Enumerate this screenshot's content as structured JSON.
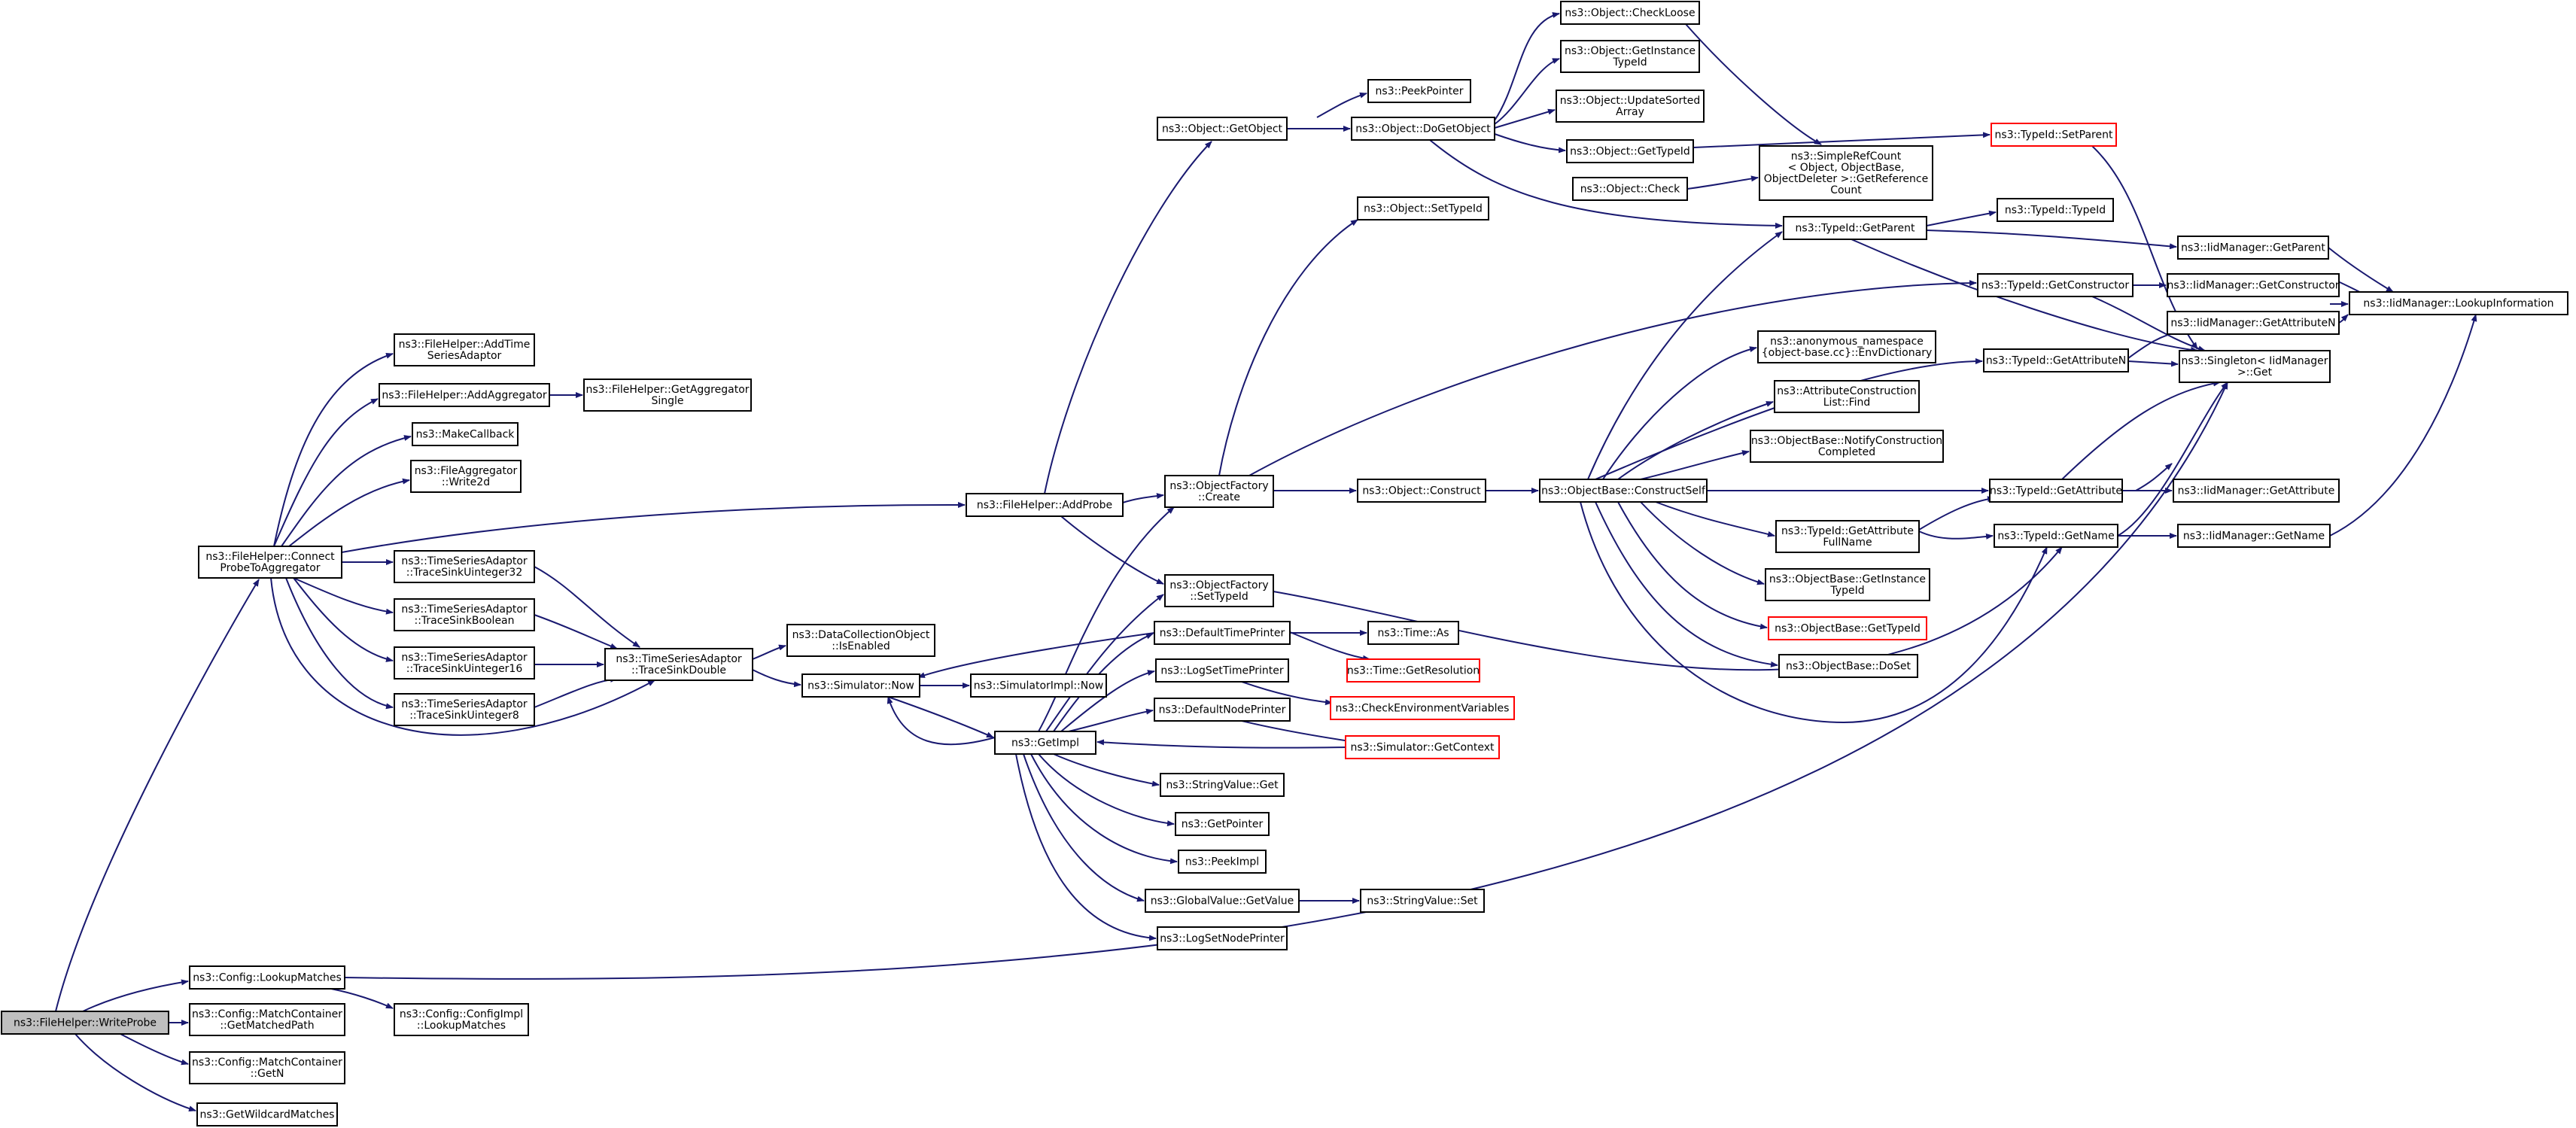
{
  "colors": {
    "edge": "#191970",
    "root_fill": "#bfbfbf",
    "truncated_border": "#ff0000",
    "node_border": "#000000"
  },
  "nodes": [
    {
      "id": "n0",
      "lines": [
        "ns3::FileHelper::WriteProbe"
      ],
      "root": true
    },
    {
      "id": "n1",
      "lines": [
        "ns3::FileHelper::Connect",
        "ProbeToAggregator"
      ]
    },
    {
      "id": "n2",
      "lines": [
        "ns3::FileHelper::AddTime",
        "SeriesAdaptor"
      ]
    },
    {
      "id": "n3",
      "lines": [
        "ns3::FileHelper::AddAggregator"
      ]
    },
    {
      "id": "n4",
      "lines": [
        "ns3::FileHelper::GetAggregator",
        "Single"
      ]
    },
    {
      "id": "n5",
      "lines": [
        "ns3::MakeCallback"
      ]
    },
    {
      "id": "n6",
      "lines": [
        "ns3::FileAggregator",
        "::Write2d"
      ]
    },
    {
      "id": "n7",
      "lines": [
        "ns3::FileHelper::AddProbe"
      ]
    },
    {
      "id": "n8",
      "lines": [
        "ns3::Object::GetObject"
      ]
    },
    {
      "id": "n9",
      "lines": [
        "ns3::Object::DoGetObject"
      ]
    },
    {
      "id": "n10",
      "lines": [
        "ns3::PeekPointer"
      ]
    },
    {
      "id": "n11",
      "lines": [
        "ns3::Object::CheckLoose"
      ]
    },
    {
      "id": "n12",
      "lines": [
        "ns3::Object::GetInstance",
        "TypeId"
      ]
    },
    {
      "id": "n13",
      "lines": [
        "ns3::Object::UpdateSorted",
        "Array"
      ]
    },
    {
      "id": "n14",
      "lines": [
        "ns3::Object::GetTypeId"
      ]
    },
    {
      "id": "n15",
      "lines": [
        "ns3::TypeId::SetParent"
      ],
      "truncated": true
    },
    {
      "id": "n16",
      "lines": [
        "ns3::SimpleRefCount",
        "< Object, ObjectBase,",
        "ObjectDeleter >::GetReference",
        "Count"
      ]
    },
    {
      "id": "n17",
      "lines": [
        "ns3::Object::SetTypeId"
      ]
    },
    {
      "id": "n18",
      "lines": [
        "ns3::Object::Check"
      ]
    },
    {
      "id": "n19",
      "lines": [
        "ns3::TypeId::GetParent"
      ]
    },
    {
      "id": "n20",
      "lines": [
        "ns3::TypeId::TypeId"
      ]
    },
    {
      "id": "n21",
      "lines": [
        "ns3::IidManager::GetParent"
      ]
    },
    {
      "id": "n22",
      "lines": [
        "ns3::IidManager::LookupInformation"
      ]
    },
    {
      "id": "n23",
      "lines": [
        "ns3::TypeId::GetConstructor"
      ]
    },
    {
      "id": "n24",
      "lines": [
        "ns3::IidManager::GetConstructor"
      ]
    },
    {
      "id": "n25",
      "lines": [
        "ns3::IidManager::GetAttributeN"
      ]
    },
    {
      "id": "n26",
      "lines": [
        "ns3::TypeId::GetAttributeN"
      ]
    },
    {
      "id": "n27",
      "lines": [
        "ns3::Singleton< IidManager",
        ">::Get"
      ]
    },
    {
      "id": "n28",
      "lines": [
        "ns3::anonymous_namespace",
        "{object-base.cc}::EnvDictionary"
      ]
    },
    {
      "id": "n29",
      "lines": [
        "ns3::AttributeConstruction",
        "List::Find"
      ]
    },
    {
      "id": "n30",
      "lines": [
        "ns3::ObjectBase::NotifyConstruction",
        "Completed"
      ]
    },
    {
      "id": "n31",
      "lines": [
        "ns3::ObjectFactory",
        "::Create"
      ]
    },
    {
      "id": "n32",
      "lines": [
        "ns3::Object::Construct"
      ]
    },
    {
      "id": "n33",
      "lines": [
        "ns3::ObjectBase::ConstructSelf"
      ]
    },
    {
      "id": "n34",
      "lines": [
        "ns3::TypeId::GetAttribute"
      ]
    },
    {
      "id": "n35",
      "lines": [
        "ns3::IidManager::GetAttribute"
      ]
    },
    {
      "id": "n36",
      "lines": [
        "ns3::TypeId::GetAttribute",
        "FullName"
      ]
    },
    {
      "id": "n37",
      "lines": [
        "ns3::TypeId::GetName"
      ]
    },
    {
      "id": "n38",
      "lines": [
        "ns3::IidManager::GetName"
      ]
    },
    {
      "id": "n39",
      "lines": [
        "ns3::ObjectBase::GetInstance",
        "TypeId"
      ]
    },
    {
      "id": "n40",
      "lines": [
        "ns3::ObjectBase::GetTypeId"
      ],
      "truncated": true
    },
    {
      "id": "n41",
      "lines": [
        "ns3::ObjectBase::DoSet"
      ]
    },
    {
      "id": "n42",
      "lines": [
        "ns3::ObjectFactory",
        "::SetTypeId"
      ]
    },
    {
      "id": "n43",
      "lines": [
        "ns3::TimeSeriesAdaptor",
        "::TraceSinkUinteger32"
      ]
    },
    {
      "id": "n44",
      "lines": [
        "ns3::TimeSeriesAdaptor",
        "::TraceSinkBoolean"
      ]
    },
    {
      "id": "n45",
      "lines": [
        "ns3::TimeSeriesAdaptor",
        "::TraceSinkUinteger16"
      ]
    },
    {
      "id": "n46",
      "lines": [
        "ns3::TimeSeriesAdaptor",
        "::TraceSinkUinteger8"
      ]
    },
    {
      "id": "n47",
      "lines": [
        "ns3::TimeSeriesAdaptor",
        "::TraceSinkDouble"
      ]
    },
    {
      "id": "n48",
      "lines": [
        "ns3::DataCollectionObject",
        "::IsEnabled"
      ]
    },
    {
      "id": "n49",
      "lines": [
        "ns3::Simulator::Now"
      ]
    },
    {
      "id": "n50",
      "lines": [
        "ns3::SimulatorImpl::Now"
      ]
    },
    {
      "id": "n51",
      "lines": [
        "ns3::DefaultTimePrinter"
      ]
    },
    {
      "id": "n52",
      "lines": [
        "ns3::Time::As"
      ]
    },
    {
      "id": "n53",
      "lines": [
        "ns3::Time::GetResolution"
      ],
      "truncated": true
    },
    {
      "id": "n54",
      "lines": [
        "ns3::LogSetTimePrinter"
      ]
    },
    {
      "id": "n55",
      "lines": [
        "ns3::CheckEnvironmentVariables"
      ],
      "truncated": true
    },
    {
      "id": "n56",
      "lines": [
        "ns3::DefaultNodePrinter"
      ]
    },
    {
      "id": "n57",
      "lines": [
        "ns3::Simulator::GetContext"
      ],
      "truncated": true
    },
    {
      "id": "n58",
      "lines": [
        "ns3::GetImpl"
      ]
    },
    {
      "id": "n59",
      "lines": [
        "ns3::StringValue::Get"
      ]
    },
    {
      "id": "n60",
      "lines": [
        "ns3::GetPointer"
      ]
    },
    {
      "id": "n61",
      "lines": [
        "ns3::PeekImpl"
      ]
    },
    {
      "id": "n62",
      "lines": [
        "ns3::GlobalValue::GetValue"
      ]
    },
    {
      "id": "n63",
      "lines": [
        "ns3::StringValue::Set"
      ]
    },
    {
      "id": "n64",
      "lines": [
        "ns3::LogSetNodePrinter"
      ]
    },
    {
      "id": "n65",
      "lines": [
        "ns3::Config::LookupMatches"
      ]
    },
    {
      "id": "n66",
      "lines": [
        "ns3::Config::ConfigImpl",
        "::LookupMatches"
      ]
    },
    {
      "id": "n67",
      "lines": [
        "ns3::Config::MatchContainer",
        "::GetMatchedPath"
      ]
    },
    {
      "id": "n68",
      "lines": [
        "ns3::Config::MatchContainer",
        "::GetN"
      ]
    },
    {
      "id": "n69",
      "lines": [
        "ns3::GetWildcardMatches"
      ]
    }
  ]
}
